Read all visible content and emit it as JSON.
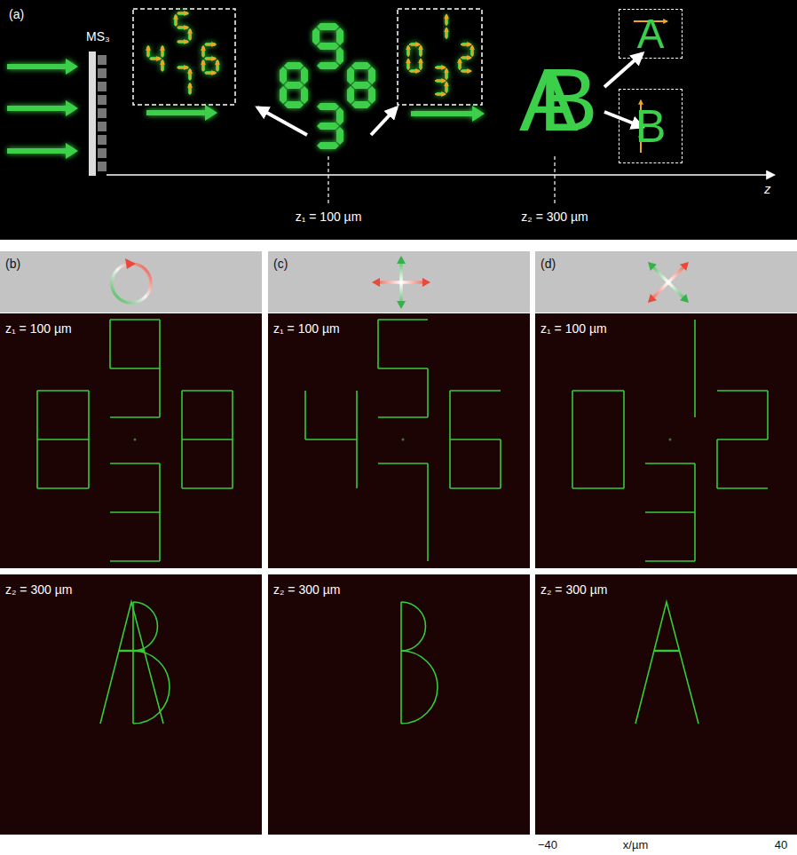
{
  "diagram": {
    "nodes": [
      {
        "text": [
          "A"
        ]
      },
      {
        "text": [
          "B"
        ]
      }
    ],
    "labels": [
      "(a)",
      "MS₃",
      "A",
      "B",
      "z",
      "z₁ = 100 µm",
      "z₂ = 300 µm",
      "(b)",
      "(c)",
      "(d)",
      "z₁ = 100 µm",
      "z₁ = 100 µm",
      "z₁ = 100 µm",
      "z₂ = 300 µm",
      "z₂ = 300 µm",
      "z₂ = 300 µm",
      "−40",
      "x/µm",
      "40"
    ]
  }
}
